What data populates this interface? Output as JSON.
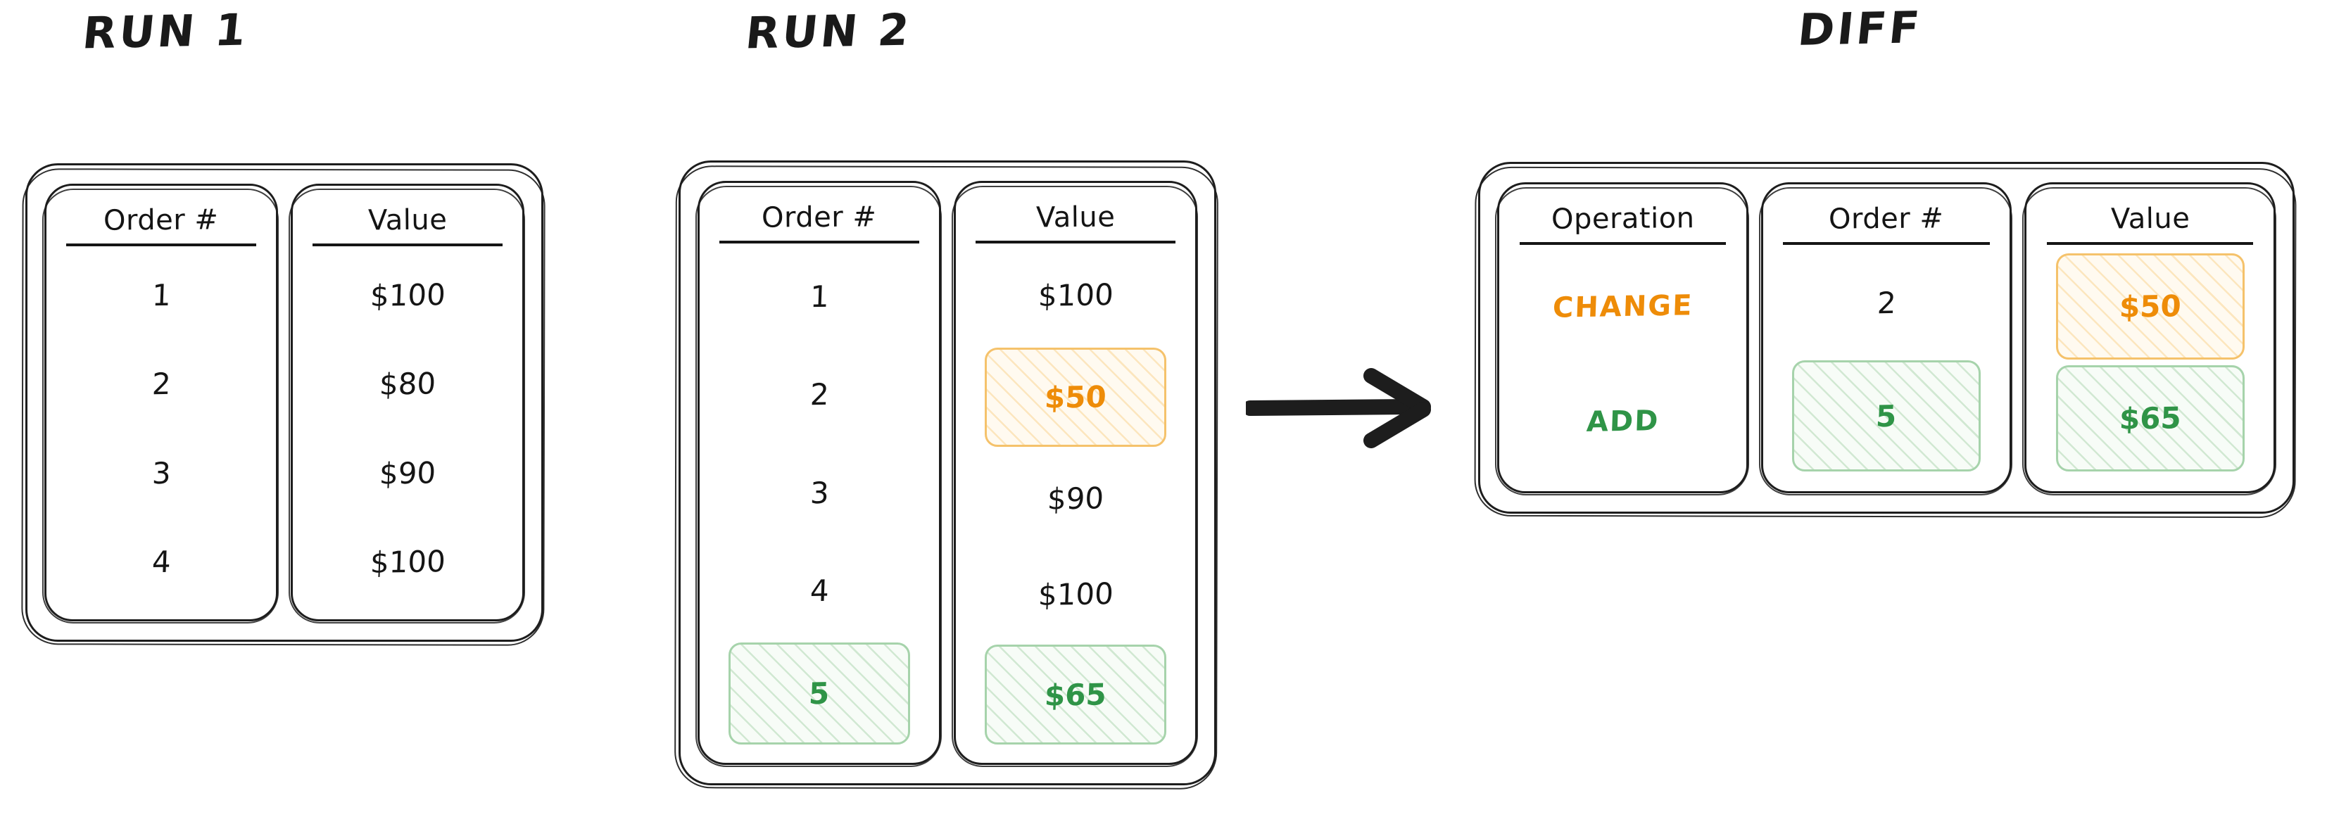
{
  "colors": {
    "ink": "#1d1d1d",
    "orange": "#ee8c08",
    "orange_fill": "#fffaf0",
    "orange_border": "#f5c26b",
    "green": "#2f9447",
    "green_fill": "#f7fcf7",
    "green_border": "#a6d3ab",
    "background": "#ffffff"
  },
  "panels": [
    {
      "id": "run1",
      "title": "RUN 1",
      "columns": [
        {
          "header": "Order #",
          "cells": [
            {
              "text": "1",
              "highlight": "none"
            },
            {
              "text": "2",
              "highlight": "none"
            },
            {
              "text": "3",
              "highlight": "none"
            },
            {
              "text": "4",
              "highlight": "none"
            }
          ]
        },
        {
          "header": "Value",
          "cells": [
            {
              "text": "$100",
              "highlight": "none"
            },
            {
              "text": "$80",
              "highlight": "none"
            },
            {
              "text": "$90",
              "highlight": "none"
            },
            {
              "text": "$100",
              "highlight": "none"
            }
          ]
        }
      ]
    },
    {
      "id": "run2",
      "title": "RUN 2",
      "columns": [
        {
          "header": "Order #",
          "cells": [
            {
              "text": "1",
              "highlight": "none"
            },
            {
              "text": "2",
              "highlight": "none"
            },
            {
              "text": "3",
              "highlight": "none"
            },
            {
              "text": "4",
              "highlight": "none"
            },
            {
              "text": "5",
              "highlight": "green"
            }
          ]
        },
        {
          "header": "Value",
          "cells": [
            {
              "text": "$100",
              "highlight": "none"
            },
            {
              "text": "$50",
              "highlight": "orange"
            },
            {
              "text": "$90",
              "highlight": "none"
            },
            {
              "text": "$100",
              "highlight": "none"
            },
            {
              "text": "$65",
              "highlight": "green"
            }
          ]
        }
      ]
    },
    {
      "id": "diff",
      "title": "DIFF",
      "columns": [
        {
          "header": "Operation",
          "cells": [
            {
              "text": "CHANGE",
              "highlight": "none",
              "style": "op-change"
            },
            {
              "text": "ADD",
              "highlight": "none",
              "style": "op-add"
            }
          ]
        },
        {
          "header": "Order #",
          "cells": [
            {
              "text": "2",
              "highlight": "none"
            },
            {
              "text": "5",
              "highlight": "green"
            }
          ]
        },
        {
          "header": "Value",
          "cells": [
            {
              "text": "$50",
              "highlight": "orange"
            },
            {
              "text": "$65",
              "highlight": "green"
            }
          ]
        }
      ]
    }
  ],
  "arrow": {
    "name": "flow-arrow-right",
    "direction": "right",
    "from": "run2",
    "to": "diff"
  }
}
